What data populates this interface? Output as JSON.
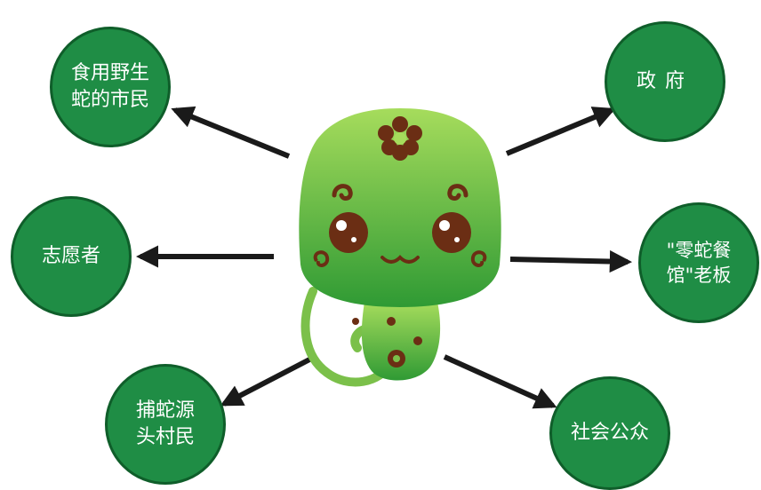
{
  "diagram": {
    "center": "snake-mascot",
    "colors": {
      "node_fill": "#1f8d45",
      "node_border": "#0f5e2a",
      "arrow": "#1a1a1a",
      "snake_light": "#a6dc5c",
      "snake_dark": "#2f9a34",
      "snake_pattern": "#6b2e14"
    },
    "nodes": [
      {
        "id": "shiyong",
        "label": "食用野生\n蛇的市民"
      },
      {
        "id": "zhengfu",
        "label": "政府"
      },
      {
        "id": "zhiyuan",
        "label": "志愿者"
      },
      {
        "id": "laoban",
        "label": "\"零蛇餐\n馆\"老板"
      },
      {
        "id": "bushe",
        "label": "捕蛇源\n头村民"
      },
      {
        "id": "gongzhong",
        "label": "社会公众"
      }
    ]
  }
}
